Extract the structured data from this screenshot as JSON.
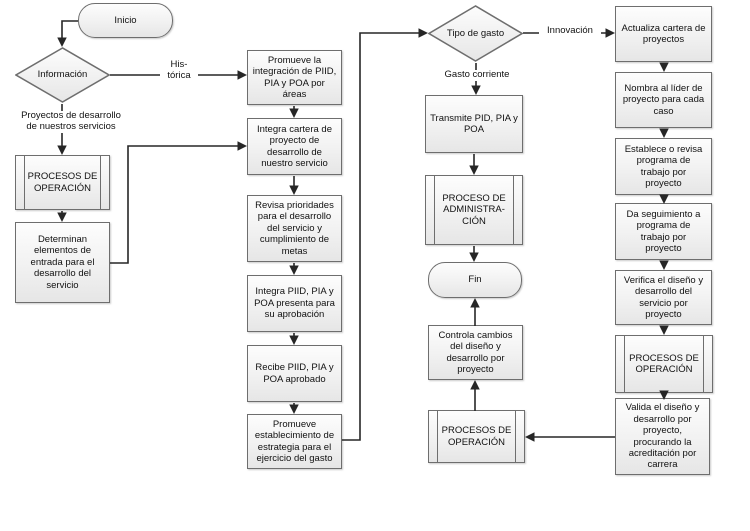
{
  "diagram": {
    "type": "flowchart",
    "language": "es",
    "nodes": {
      "inicio": "Inicio",
      "informacion": "Información",
      "procesos_op_left": "PROCESOS DE\nOPERACIÓN",
      "determinan": "Determinan\nelementos de\nentrada para el\ndesarrollo del\nservicio",
      "promueve_integracion": "Promueve la\nintegración de PIID,\nPIA y POA por áreas",
      "integra_cartera": "Integra cartera de\nproyecto de\ndesarrollo de\nnuestro servicio",
      "revisa_prioridades": "Revisa prioridades\npara el desarrollo\ndel servicio y\ncumplimiento de\nmetas",
      "integra_piid": "Integra PIID, PIA y\nPOA presenta para\nsu aprobación",
      "recibe_piid": "Recibe PIID, PIA y\nPOA aprobado",
      "promueve_establecimiento": "Promueve\nestablecimiento de\nestrategia para el\nejercicio del gasto",
      "tipo_gasto": "Tipo de gasto",
      "transmite": "Transmite PID, PIA y\nPOA",
      "proceso_admin": "PROCESO DE\nADMINISTRA-\nCIÓN",
      "fin": "Fin",
      "controla": "Controla cambios\ndel diseño y\ndesarrollo por\nproyecto",
      "procesos_op_mid": "PROCESOS DE\nOPERACIÓN",
      "actualiza": "Actualiza cartera de\nproyectos",
      "nombra": "Nombra al líder de\nproyecto para cada\ncaso",
      "establece": "Establece o revisa\nprograma de\ntrabajo por\nproyecto",
      "da_seguimiento": "Da seguimiento a\nprograma de\ntrabajo por\nproyecto",
      "verifica": "Verifica el diseño y\ndesarrollo del\nservicio por\nproyecto",
      "procesos_op_right": "PROCESOS DE\nOPERACIÓN",
      "valida": "Valida el diseño y\ndesarrollo por\nproyecto,\nprocurando la\nacreditación por\ncarrera"
    },
    "edge_labels": {
      "historica": "His-\ntórica",
      "proyectos_desarrollo": "Proyectos de desarrollo\nde nuestros servicios",
      "innovacion": "Innovación",
      "gasto_corriente": "Gasto corriente"
    },
    "colors": {
      "shape_border": "#6e6e6e",
      "shape_fill_top": "#fdfdfd",
      "shape_fill_bottom": "#e6e6e6",
      "connector": "#262626",
      "text": "#111111",
      "background": "#ffffff"
    }
  }
}
